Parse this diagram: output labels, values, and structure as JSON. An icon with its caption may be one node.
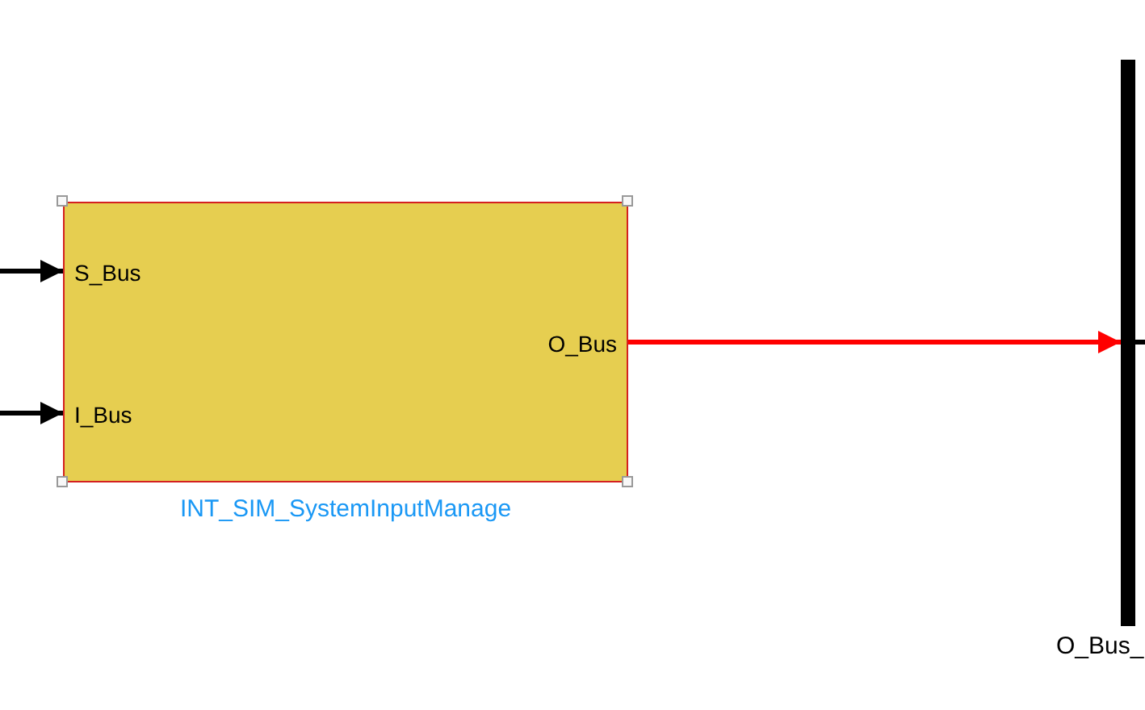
{
  "diagram": {
    "nodes": [
      {
        "text": [
          "S_Bus",
          "I_Bus",
          "O_Bus",
          "INT_SIM_SystemInputManage"
        ]
      },
      {
        "text": [
          "O_Bus_"
        ]
      }
    ],
    "edges": [
      {
        "from": null,
        "to": 0,
        "arrow": "to"
      },
      {
        "from": null,
        "to": 0,
        "arrow": "to"
      },
      {
        "from": 0,
        "to": 1,
        "arrow": "to",
        "color": "#ff0000"
      },
      {
        "from": 1,
        "to": null,
        "arrow": "none"
      }
    ]
  }
}
